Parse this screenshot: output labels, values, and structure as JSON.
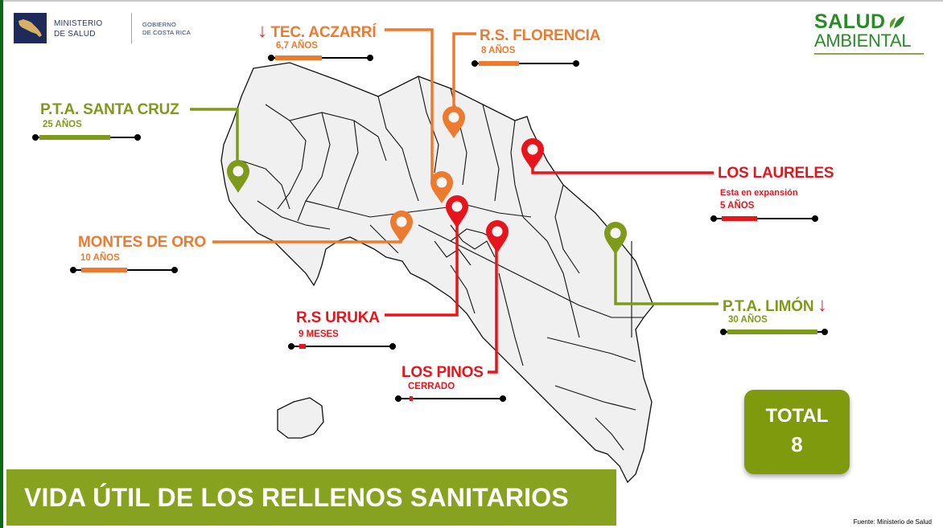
{
  "header": {
    "ministry": {
      "line1": "MINISTERIO",
      "line2": "DE SALUD"
    },
    "government": {
      "line1": "GOBIERNO",
      "line2": "DE COSTA RICA"
    },
    "brand": {
      "line1": "SALUD",
      "line2": "AMBIENTAL",
      "icon": "leaf-icon"
    }
  },
  "colors": {
    "orange": "#ec7a2f",
    "red": "#e8141b",
    "green": "#7f9a1a",
    "banner": "#86a21e",
    "badge": "#7f9a0c",
    "stripe": "#0a6b12"
  },
  "sites": [
    {
      "name": "TEC. ACZARRÍ",
      "sub": "6,7 AÑOS",
      "color": "orange",
      "trend": "↓",
      "fill_ratio": 0.5
    },
    {
      "name": "R.S. FLORENCIA",
      "sub": "8 AÑOS",
      "color": "orange",
      "fill_ratio": 0.42
    },
    {
      "name": "P.T.A. SANTA CRUZ",
      "sub": "25 AÑOS",
      "color": "green",
      "fill_ratio": 0.68
    },
    {
      "name": "LOS LAURELES",
      "note": "Esta en expansión",
      "sub": "5 AÑOS",
      "color": "red",
      "fill_ratio": 0.35
    },
    {
      "name": "MONTES DE ORO",
      "sub": "10 AÑOS",
      "color": "orange",
      "fill_ratio": 0.45
    },
    {
      "name": "R.S URUKA",
      "sub": "9 MESES",
      "color": "red",
      "fill_ratio": 0.06
    },
    {
      "name": "LOS PINOS",
      "sub": "CERRADO",
      "color": "red",
      "fill_ratio": 0.03
    },
    {
      "name": "P.T.A. LIMÓN",
      "sub": "30 AÑOS",
      "color": "green",
      "trend": "↓",
      "fill_ratio": 0.92
    }
  ],
  "total": {
    "label": "TOTAL",
    "value": "8"
  },
  "title": "VIDA ÚTIL DE LOS RELLENOS SANITARIOS",
  "source": "Fuente: Ministerio de Salud"
}
